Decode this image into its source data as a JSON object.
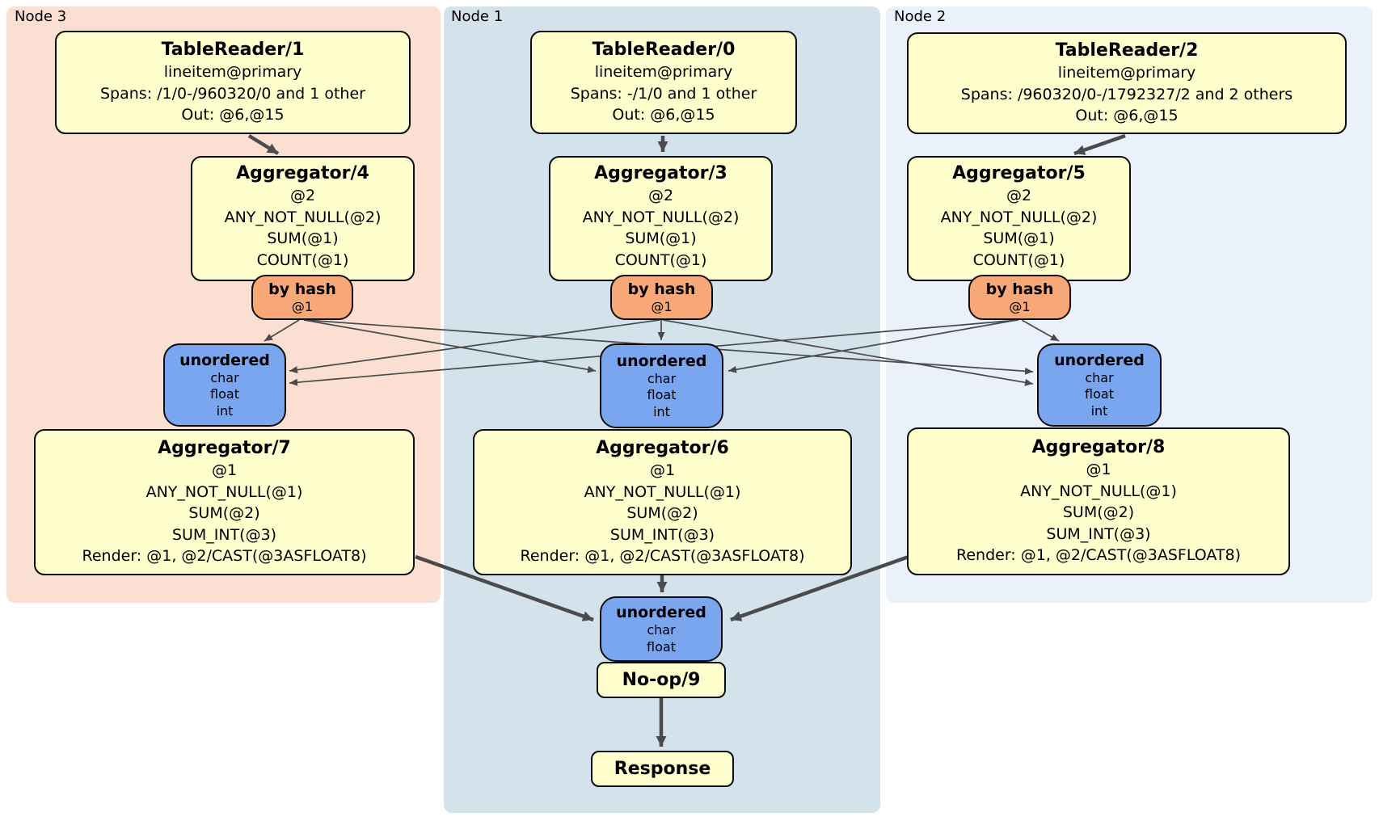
{
  "colors": {
    "node3_bg": "#fbdfd2",
    "node1_bg": "#d4e2eb",
    "node2_bg": "#ebf1fb",
    "processor_fill": "#ffffcd",
    "router_fill": "#f7a876",
    "sync_fill": "#7aa5ef",
    "edge": "#4b4b4d"
  },
  "panels": [
    {
      "label": "Node 3"
    },
    {
      "label": "Node 1"
    },
    {
      "label": "Node 2"
    }
  ],
  "processors": {
    "tr1": {
      "title": "TableReader/1",
      "lines": [
        "lineitem@primary",
        "Spans: /1/0-/960320/0 and 1 other",
        "Out: @6,@15"
      ]
    },
    "tr0": {
      "title": "TableReader/0",
      "lines": [
        "lineitem@primary",
        "Spans: -/1/0 and 1 other",
        "Out: @6,@15"
      ]
    },
    "tr2": {
      "title": "TableReader/2",
      "lines": [
        "lineitem@primary",
        "Spans: /960320/0-/1792327/2 and 2 others",
        "Out: @6,@15"
      ]
    },
    "agg4": {
      "title": "Aggregator/4",
      "lines": [
        "@2",
        "ANY_NOT_NULL(@2)",
        "SUM(@1)",
        "COUNT(@1)"
      ]
    },
    "agg3": {
      "title": "Aggregator/3",
      "lines": [
        "@2",
        "ANY_NOT_NULL(@2)",
        "SUM(@1)",
        "COUNT(@1)"
      ]
    },
    "agg5": {
      "title": "Aggregator/5",
      "lines": [
        "@2",
        "ANY_NOT_NULL(@2)",
        "SUM(@1)",
        "COUNT(@1)"
      ]
    },
    "agg7": {
      "title": "Aggregator/7",
      "lines": [
        "@1",
        "ANY_NOT_NULL(@1)",
        "SUM(@2)",
        "SUM_INT(@3)",
        "Render: @1, @2/CAST(@3ASFLOAT8)"
      ]
    },
    "agg6": {
      "title": "Aggregator/6",
      "lines": [
        "@1",
        "ANY_NOT_NULL(@1)",
        "SUM(@2)",
        "SUM_INT(@3)",
        "Render: @1, @2/CAST(@3ASFLOAT8)"
      ]
    },
    "agg8": {
      "title": "Aggregator/8",
      "lines": [
        "@1",
        "ANY_NOT_NULL(@1)",
        "SUM(@2)",
        "SUM_INT(@3)",
        "Render: @1, @2/CAST(@3ASFLOAT8)"
      ]
    },
    "noop": {
      "title": "No-op/9"
    },
    "response": {
      "title": "Response"
    }
  },
  "routers": {
    "hash4": {
      "title": "by hash",
      "detail": "@1"
    },
    "hash3": {
      "title": "by hash",
      "detail": "@1"
    },
    "hash5": {
      "title": "by hash",
      "detail": "@1"
    }
  },
  "syncs": {
    "left": {
      "title": "unordered",
      "lines": [
        "char",
        "float",
        "int"
      ]
    },
    "center": {
      "title": "unordered",
      "lines": [
        "char",
        "float",
        "int"
      ]
    },
    "right": {
      "title": "unordered",
      "lines": [
        "char",
        "float",
        "int"
      ]
    },
    "final": {
      "title": "unordered",
      "lines": [
        "char",
        "float"
      ]
    }
  },
  "edges": [
    {
      "from": "TableReader/1",
      "to": "Aggregator/4"
    },
    {
      "from": "TableReader/0",
      "to": "Aggregator/3"
    },
    {
      "from": "TableReader/2",
      "to": "Aggregator/5"
    },
    {
      "from": "by hash/4",
      "to": "unordered-left"
    },
    {
      "from": "by hash/4",
      "to": "unordered-center"
    },
    {
      "from": "by hash/4",
      "to": "unordered-right"
    },
    {
      "from": "by hash/3",
      "to": "unordered-left"
    },
    {
      "from": "by hash/3",
      "to": "unordered-center"
    },
    {
      "from": "by hash/3",
      "to": "unordered-right"
    },
    {
      "from": "by hash/5",
      "to": "unordered-left"
    },
    {
      "from": "by hash/5",
      "to": "unordered-center"
    },
    {
      "from": "by hash/5",
      "to": "unordered-right"
    },
    {
      "from": "Aggregator/7",
      "to": "unordered-final"
    },
    {
      "from": "Aggregator/6",
      "to": "unordered-final"
    },
    {
      "from": "Aggregator/8",
      "to": "unordered-final"
    },
    {
      "from": "No-op/9",
      "to": "Response"
    }
  ]
}
